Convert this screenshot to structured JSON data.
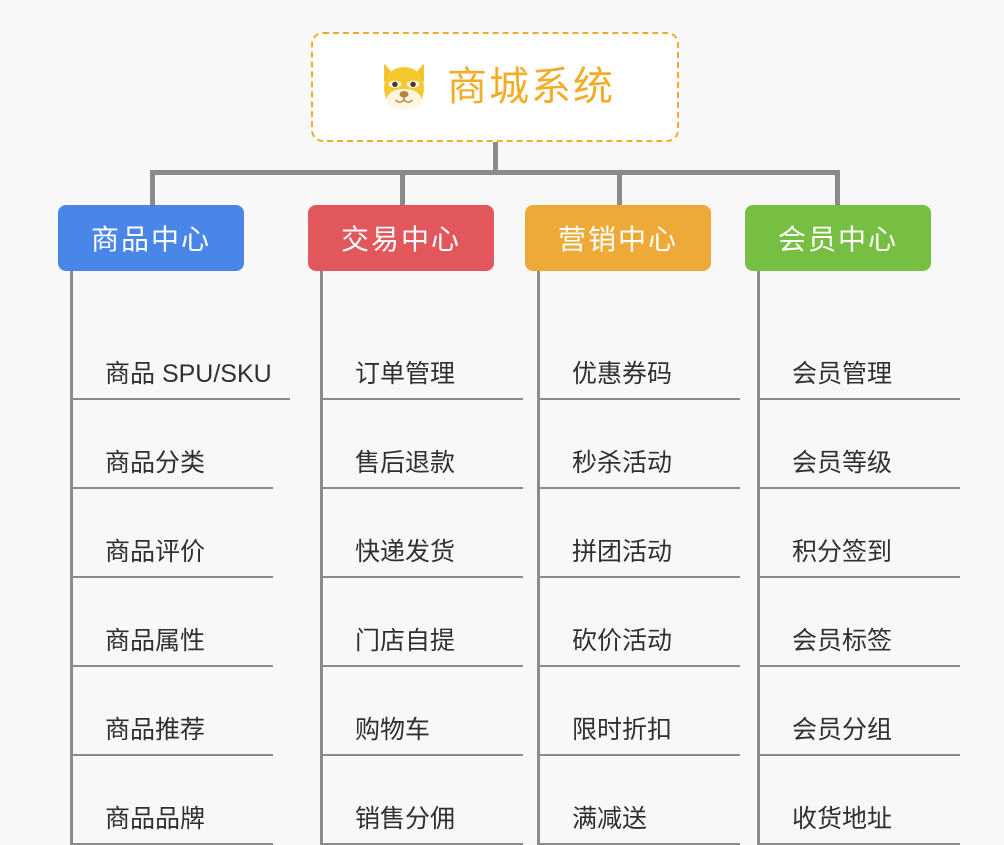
{
  "background_color": "#f8f8f8",
  "root": {
    "title": "商城系统",
    "icon": "dog-face-emoji",
    "text_color": "#f0ad28",
    "border_color": "#eeab2d"
  },
  "connector_color": "#8b8b8b",
  "branches": [
    {
      "label": "商品中心",
      "color": "#4a86e8",
      "items": [
        "商品 SPU/SKU",
        "商品分类",
        "商品评价",
        "商品属性",
        "商品推荐",
        "商品品牌"
      ]
    },
    {
      "label": "交易中心",
      "color": "#e2575c",
      "items": [
        "订单管理",
        "售后退款",
        "快递发货",
        "门店自提",
        "购物车",
        "销售分佣"
      ]
    },
    {
      "label": "营销中心",
      "color": "#eeaa38",
      "items": [
        "优惠券码",
        "秒杀活动",
        "拼团活动",
        "砍价活动",
        "限时折扣",
        "满减送"
      ]
    },
    {
      "label": "会员中心",
      "color": "#76bf43",
      "items": [
        "会员管理",
        "会员等级",
        "积分签到",
        "会员标签",
        "会员分组",
        "收货地址"
      ]
    }
  ]
}
